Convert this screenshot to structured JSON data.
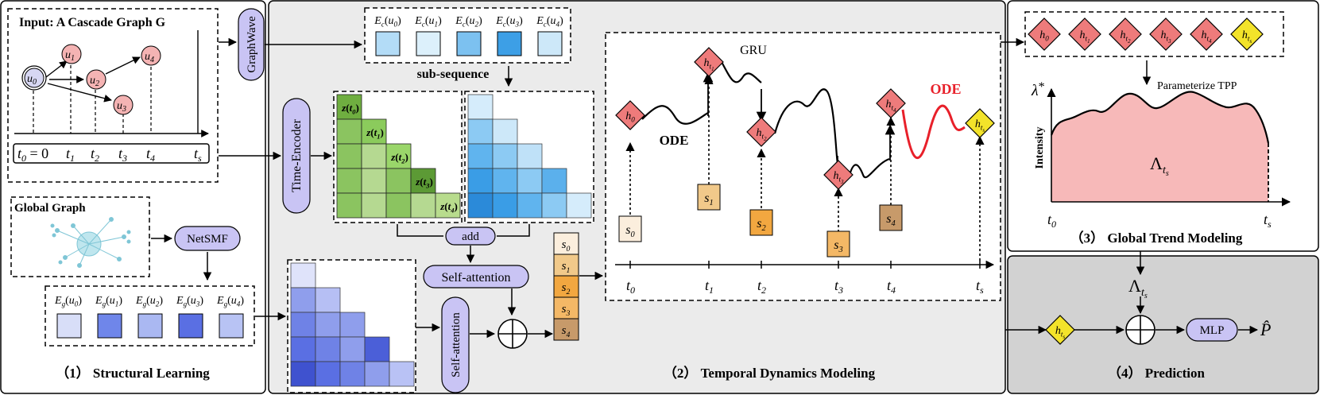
{
  "panels": {
    "structural": "（1） Structural Learning",
    "temporal": "（2） Temporal Dynamics Modeling",
    "trend": "（3） Global Trend Modeling",
    "prediction": "（4） Prediction"
  },
  "cascade": {
    "title": "Input: A Cascade Graph  G",
    "nodes": [
      "u0",
      "u1",
      "u2",
      "u3",
      "u4"
    ],
    "times": [
      "t0 = 0",
      "t1",
      "t2",
      "t3",
      "t4",
      "ts"
    ]
  },
  "global_graph": {
    "title": "Global Graph"
  },
  "modules": {
    "graphwave": "GraphWave",
    "netsmf": "NetSMF",
    "time_encoder": "Time-Encoder",
    "add": "add",
    "self_attention": "Self-attention",
    "self_attention_vertical": "Self-attention",
    "mlp": "MLP"
  },
  "embeddings": {
    "ec": [
      "Ec(u0)",
      "Ec(u1)",
      "Ec(u2)",
      "Ec(u3)",
      "Ec(u4)"
    ],
    "ec_colors": [
      "#b3dcf7",
      "#dcf0fb",
      "#7cc1f0",
      "#3d9fe6",
      "#cde8f9"
    ],
    "eg": [
      "Eg(u0)",
      "Eg(u1)",
      "Eg(u2)",
      "Eg(u3)",
      "Eg(u4)"
    ],
    "eg_colors": [
      "#d8def8",
      "#6f86ea",
      "#aab8f2",
      "#5a6fe3",
      "#b8c3f4"
    ],
    "subsequence_label": "sub-sequence"
  },
  "time_encodings": [
    "z(t0)",
    "z(t1)",
    "z(t2)",
    "z(t3)",
    "z(t4)"
  ],
  "s_states": [
    "s0",
    "s1",
    "s2",
    "s3",
    "s4"
  ],
  "s_colors": [
    "#fbeedd",
    "#f1c98a",
    "#f2a740",
    "#f4b866",
    "#c79a6a"
  ],
  "dynamics": {
    "gru_label": "GRU",
    "ode_label": "ODE",
    "ode_label_red": "ODE",
    "hidden_states": [
      "h0",
      "ht1",
      "ht2",
      "ht3",
      "ht4",
      "hts"
    ],
    "inputs": [
      "s0",
      "s1",
      "s2",
      "s3",
      "s4"
    ],
    "axis_ticks": [
      "t0",
      "t1",
      "t2",
      "t3",
      "t4",
      "ts"
    ]
  },
  "trend": {
    "hidden_sequence": [
      "h0",
      "ht1",
      "ht2",
      "ht3",
      "ht4",
      "hts"
    ],
    "parameterize_label": "Parameterize TPP",
    "y_axis": "Intensity",
    "lambda_label": "λ*",
    "area_label": "Λts",
    "x_start": "t0",
    "x_end": "ts"
  },
  "prediction": {
    "lambda_input": "Λts",
    "hidden_input": "hts",
    "output": "P̂"
  },
  "colors": {
    "node_pink": "#f4b3b3",
    "diamond_red": "#ee7b7b",
    "diamond_yellow": "#f3e32a",
    "module_purple": "#c9c4f4",
    "panel_gray_light": "#ebebeb",
    "panel_gray_dark": "#d2d2d2",
    "ode_red": "#e8202a",
    "intensity_fill": "#f7b9b9"
  }
}
